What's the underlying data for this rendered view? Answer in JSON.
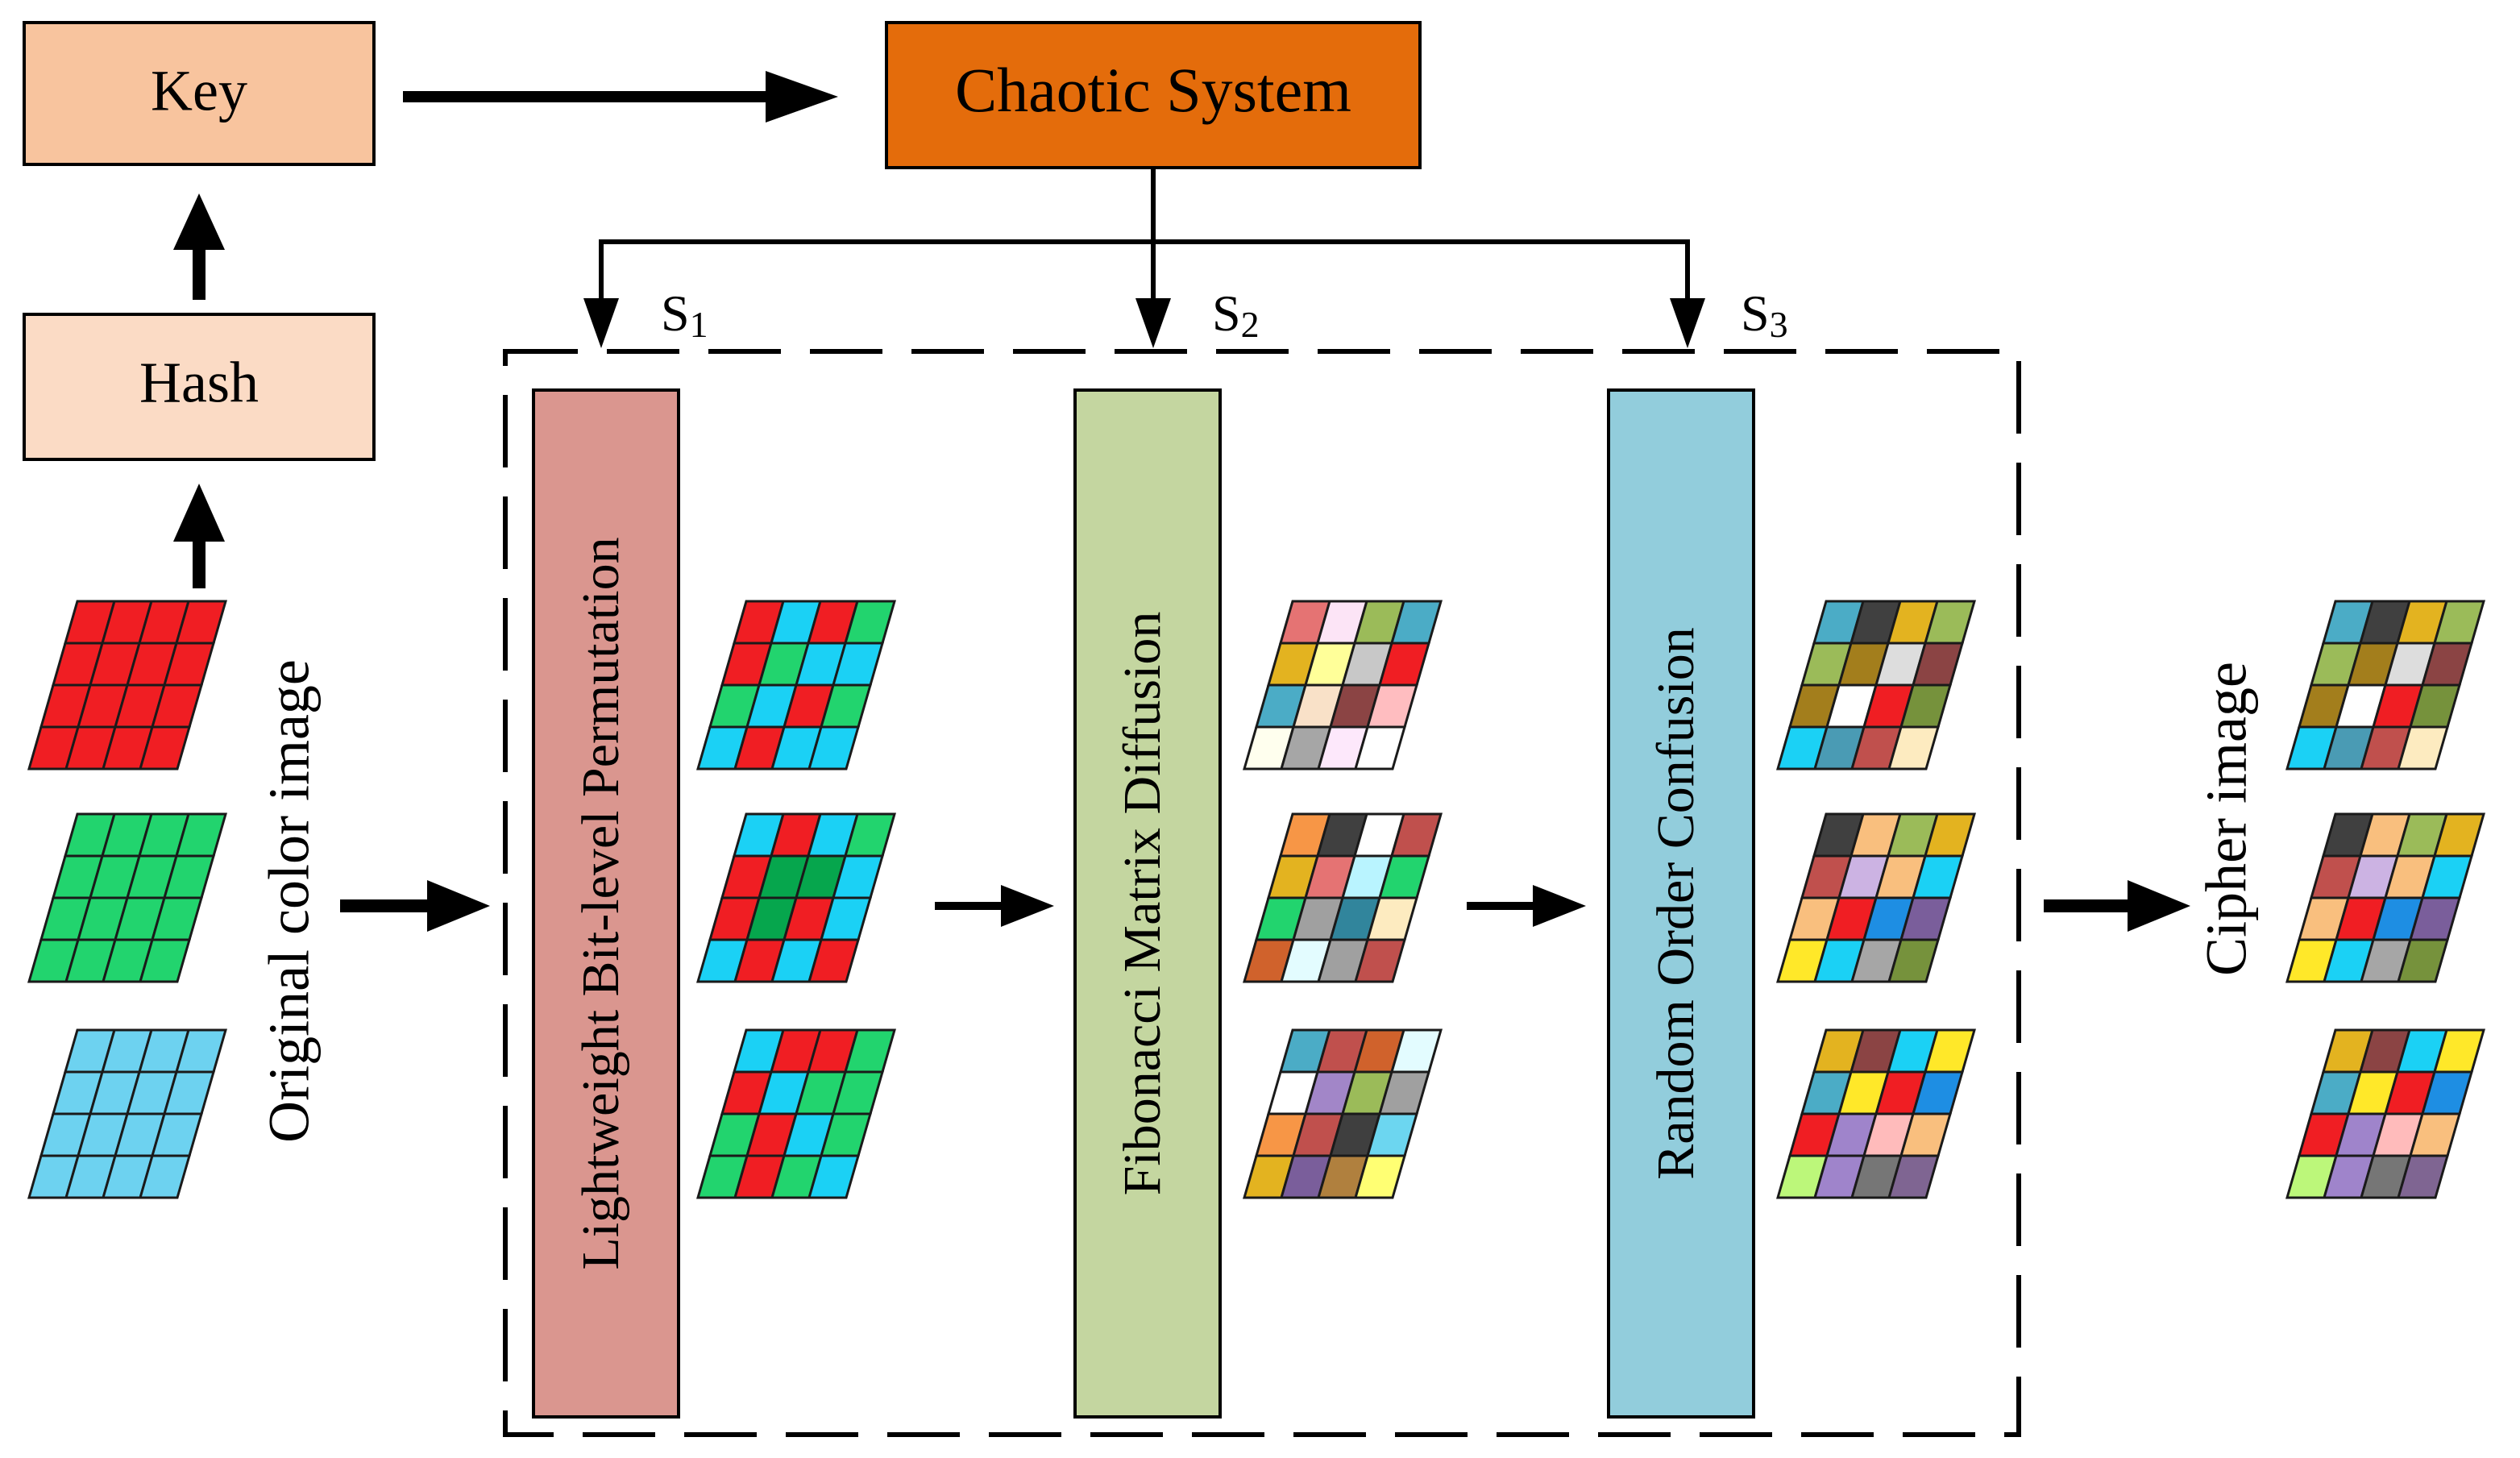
{
  "boxes": {
    "key": {
      "label": "Key",
      "color": "#F8C49E"
    },
    "hash": {
      "label": "Hash",
      "color": "#FBDBC5"
    },
    "chaotic": {
      "label": "Chaotic System",
      "color": "#E46C0B"
    },
    "permutation": {
      "label": "Lightweight Bit-level Permutation",
      "color": "#DA968F"
    },
    "diffusion": {
      "label": "Fibonacci Matrix Diffusion",
      "color": "#C4D6A0"
    },
    "confusion": {
      "label": "Random Order Confusion",
      "color": "#92CDDC"
    }
  },
  "sequences": {
    "s1": {
      "main": "S",
      "sub": "1"
    },
    "s2": {
      "main": "S",
      "sub": "2"
    },
    "s3": {
      "main": "S",
      "sub": "3"
    }
  },
  "side_labels": {
    "original": "Original color image",
    "cipher": "Cipher image"
  },
  "palette": {
    "R": "#F01E23",
    "G": "#22D46E",
    "B": "#1BD1F5",
    "L": "#6DD2F0",
    "DG": "#06A64D",
    "PK": "#E57373",
    "LP": "#FCE4F6",
    "OL": "#9BBB59",
    "TE": "#4BACC6",
    "GO": "#E3B320",
    "LY": "#FFFF99",
    "LG": "#C8C8C8",
    "BR": "#8B4444",
    "SA": "#F9E1C8",
    "PI": "#FFBDC0",
    "IV": "#FFFFEE",
    "GR": "#A6A6A6",
    "LV": "#FDE8FB",
    "WH": "#FFFFFF",
    "OR": "#F79646",
    "DK": "#404040",
    "RB": "#C0504D",
    "AQ": "#B9F4FF",
    "SL": "#31859C",
    "PA": "#FDEBC0",
    "CO": "#D0622C",
    "CY": "#E3FCFF",
    "MA": "#A0A0A0",
    "PU": "#A286C8",
    "BK": "#3F3F3F",
    "SB": "#6CD6F0",
    "YG": "#FFFF73",
    "VI": "#7A5E9B",
    "TA": "#B0803E",
    "DL": "#DDDDDD",
    "GN": "#9BBB59",
    "LA": "#CCB3E3",
    "BE": "#F9BF7E",
    "FB": "#1E8EE3",
    "YE": "#FFE829",
    "LI": "#BCF77A",
    "PR": "#9F84CB",
    "MV": "#7F6592",
    "PS": "#FFBBBB",
    "GM": "#767676",
    "WN": "#943D3B",
    "TL": "#4A9BB4",
    "OV": "#76923C",
    "MU": "#A37E1C",
    "GY": "#666666",
    "DB": "#5E4C7B",
    "SP": "#A9D08E",
    "NA": "#E5C19D"
  },
  "grids": {
    "original": [
      [
        "R",
        "R",
        "R",
        "R",
        "R",
        "R",
        "R",
        "R",
        "R",
        "R",
        "R",
        "R",
        "R",
        "R",
        "R",
        "R"
      ],
      [
        "G",
        "G",
        "G",
        "G",
        "G",
        "G",
        "G",
        "G",
        "G",
        "G",
        "G",
        "G",
        "G",
        "G",
        "G",
        "G"
      ],
      [
        "L",
        "L",
        "L",
        "L",
        "L",
        "L",
        "L",
        "L",
        "L",
        "L",
        "L",
        "L",
        "L",
        "L",
        "L",
        "L"
      ]
    ],
    "permuted": [
      [
        "R",
        "B",
        "R",
        "G",
        "R",
        "G",
        "B",
        "B",
        "G",
        "B",
        "R",
        "G",
        "B",
        "R",
        "B",
        "B"
      ],
      [
        "B",
        "R",
        "B",
        "G",
        "R",
        "DG",
        "DG",
        "B",
        "R",
        "DG",
        "R",
        "B",
        "B",
        "R",
        "B",
        "R"
      ],
      [
        "B",
        "R",
        "R",
        "G",
        "R",
        "B",
        "G",
        "G",
        "G",
        "R",
        "B",
        "G",
        "G",
        "R",
        "G",
        "B"
      ]
    ],
    "diffused": [
      [
        "PK",
        "LP",
        "OL",
        "TE",
        "GO",
        "LY",
        "LG",
        "R",
        "TE",
        "SA",
        "BR",
        "PI",
        "IV",
        "GR",
        "LV",
        "WH"
      ],
      [
        "OR",
        "DK",
        "WH",
        "RB",
        "GO",
        "PK",
        "AQ",
        "G",
        "G",
        "MA",
        "SL",
        "PA",
        "CO",
        "CY",
        "MA",
        "RB"
      ],
      [
        "TE",
        "RB",
        "CO",
        "CY",
        "WH",
        "PU",
        "OL",
        "MA",
        "OR",
        "RB",
        "BK",
        "SB",
        "GO",
        "VI",
        "TA",
        "YG"
      ]
    ],
    "confused": [
      [
        "TE",
        "DK",
        "GO",
        "OL",
        "OL",
        "MU",
        "DL",
        "BR",
        "MU",
        "WH",
        "R",
        "OV",
        "B",
        "TL",
        "RB",
        "PA"
      ],
      [
        "DK",
        "BE",
        "OL",
        "GO",
        "RB",
        "LA",
        "BE",
        "B",
        "BE",
        "R",
        "FB",
        "VI",
        "YE",
        "B",
        "GR",
        "OV"
      ],
      [
        "GO",
        "BR",
        "B",
        "YE",
        "TE",
        "YE",
        "R",
        "FB",
        "R",
        "PR",
        "PS",
        "BE",
        "LI",
        "PR",
        "GM",
        "MV"
      ]
    ],
    "cipher": [
      [
        "TE",
        "DK",
        "GO",
        "OL",
        "OL",
        "MU",
        "DL",
        "BR",
        "MU",
        "WH",
        "R",
        "OV",
        "B",
        "TL",
        "RB",
        "PA"
      ],
      [
        "DK",
        "BE",
        "OL",
        "GO",
        "RB",
        "LA",
        "BE",
        "B",
        "BE",
        "R",
        "FB",
        "VI",
        "YE",
        "B",
        "GR",
        "OV"
      ],
      [
        "GO",
        "BR",
        "B",
        "YE",
        "TE",
        "YE",
        "R",
        "FB",
        "R",
        "PR",
        "PS",
        "BE",
        "LI",
        "PR",
        "GM",
        "MV"
      ]
    ]
  }
}
